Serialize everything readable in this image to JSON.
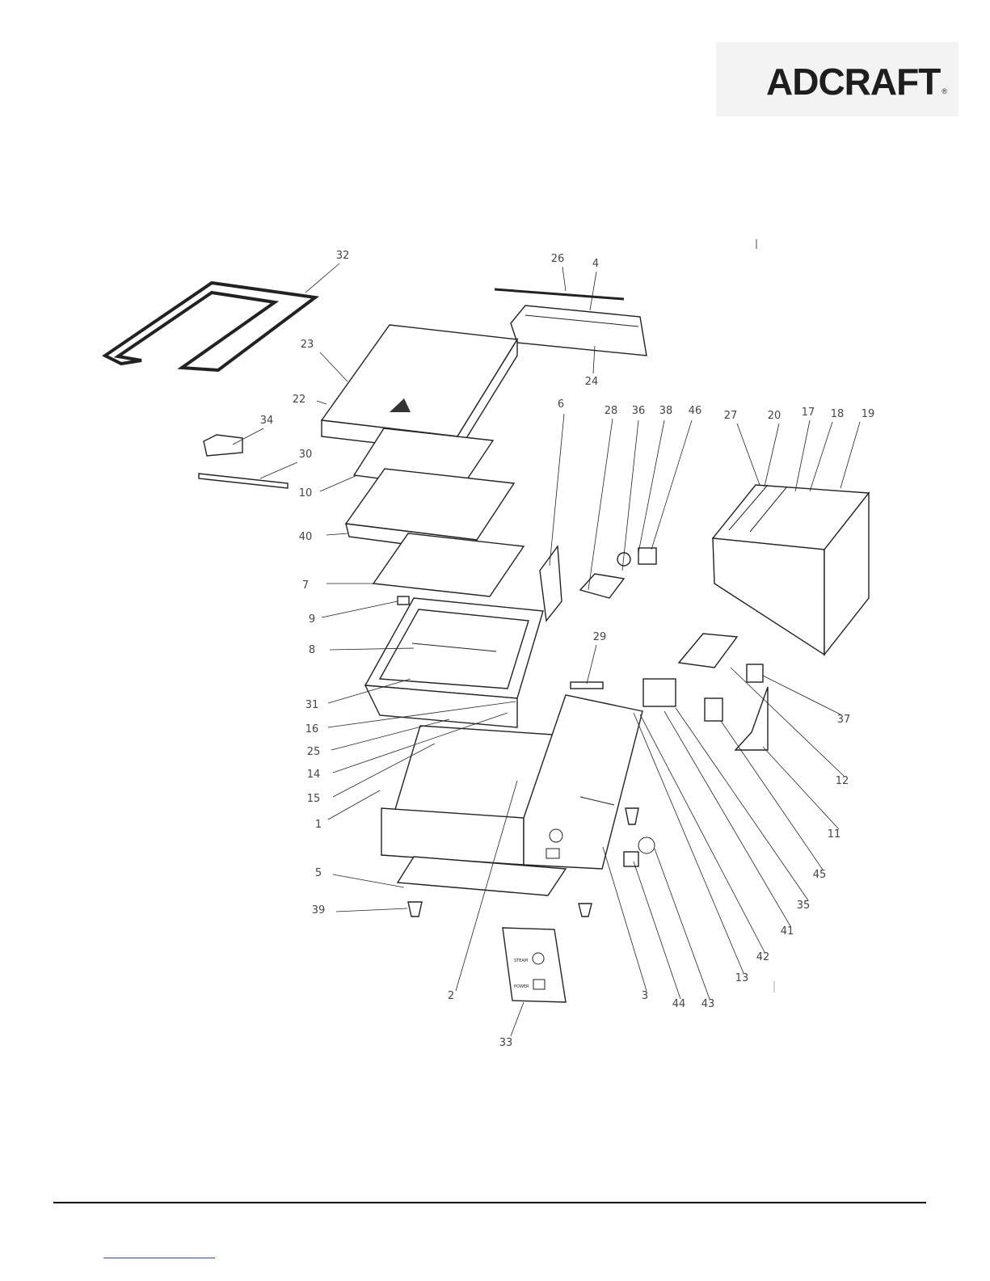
{
  "brand": {
    "name": "ADCRAFT",
    "registered_mark": "®"
  },
  "panel_labels": [
    "STEAM",
    "POWER"
  ],
  "callouts": [
    {
      "id": "c1",
      "label": "1"
    },
    {
      "id": "c2",
      "label": "2"
    },
    {
      "id": "c3",
      "label": "3"
    },
    {
      "id": "c4",
      "label": "4"
    },
    {
      "id": "c5",
      "label": "5"
    },
    {
      "id": "c6",
      "label": "6"
    },
    {
      "id": "c7",
      "label": "7"
    },
    {
      "id": "c8",
      "label": "8"
    },
    {
      "id": "c9",
      "label": "9"
    },
    {
      "id": "c10",
      "label": "10"
    },
    {
      "id": "c11",
      "label": "11"
    },
    {
      "id": "c12",
      "label": "12"
    },
    {
      "id": "c13",
      "label": "13"
    },
    {
      "id": "c14",
      "label": "14"
    },
    {
      "id": "c15",
      "label": "15"
    },
    {
      "id": "c16",
      "label": "16"
    },
    {
      "id": "c17",
      "label": "17"
    },
    {
      "id": "c18",
      "label": "18"
    },
    {
      "id": "c19",
      "label": "19"
    },
    {
      "id": "c20",
      "label": "20"
    },
    {
      "id": "c22",
      "label": "22"
    },
    {
      "id": "c23",
      "label": "23"
    },
    {
      "id": "c24",
      "label": "24"
    },
    {
      "id": "c25",
      "label": "25"
    },
    {
      "id": "c26",
      "label": "26"
    },
    {
      "id": "c27",
      "label": "27"
    },
    {
      "id": "c28",
      "label": "28"
    },
    {
      "id": "c29",
      "label": "29"
    },
    {
      "id": "c30",
      "label": "30"
    },
    {
      "id": "c31",
      "label": "31"
    },
    {
      "id": "c32",
      "label": "32"
    },
    {
      "id": "c33",
      "label": "33"
    },
    {
      "id": "c34",
      "label": "34"
    },
    {
      "id": "c35",
      "label": "35"
    },
    {
      "id": "c36",
      "label": "36"
    },
    {
      "id": "c37",
      "label": "37"
    },
    {
      "id": "c38",
      "label": "38"
    },
    {
      "id": "c39",
      "label": "39"
    },
    {
      "id": "c40",
      "label": "40"
    },
    {
      "id": "c41",
      "label": "41"
    },
    {
      "id": "c42",
      "label": "42"
    },
    {
      "id": "c43",
      "label": "43"
    },
    {
      "id": "c44",
      "label": "44"
    },
    {
      "id": "c45",
      "label": "45"
    },
    {
      "id": "c46",
      "label": "46"
    }
  ]
}
